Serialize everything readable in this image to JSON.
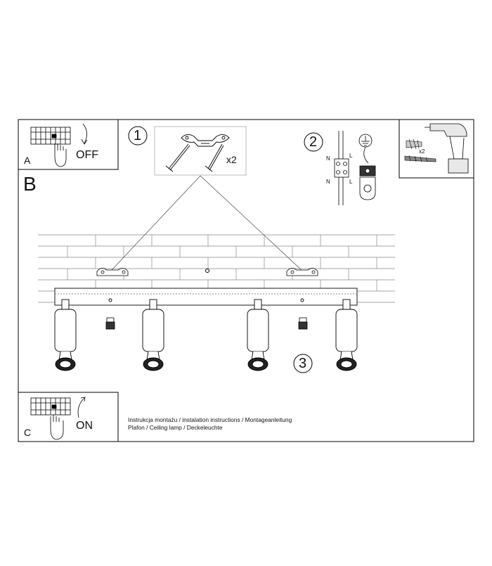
{
  "steps": {
    "a_label": "A",
    "a_text": "OFF",
    "b_label": "B",
    "c_label": "C",
    "c_text": "ON",
    "num_1": "1",
    "num_2": "2",
    "num_3": "3",
    "qty_suspension": "x2",
    "qty_plugs": "x2"
  },
  "wiring": {
    "n_top": "N",
    "l_top": "L",
    "n_bottom": "N",
    "l_bottom": "L"
  },
  "caption": {
    "line1": "Instrukcja montażu / instalation instructions / Montageanleitung",
    "line2": "Plafon / Ceiling lamp / Deckeleuchte"
  },
  "icons": [
    "circuit-breaker-icon",
    "drill-icon",
    "wall-plug-icon",
    "screw-icon",
    "ground-symbol-icon",
    "terminal-block-icon"
  ]
}
